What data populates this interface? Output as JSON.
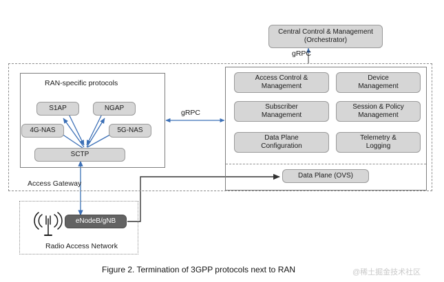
{
  "figure": {
    "caption": "Figure 2. Termination of 3GPP protocols next to RAN",
    "watermark": "@稀土掘金技术社区"
  },
  "orchestrator": {
    "line1": "Central Control & Management",
    "line2": "(Orchestrator)",
    "link_label": "gRPC"
  },
  "access_gateway": {
    "title": "Access Gateway",
    "ran_protocols": {
      "title": "RAN-specific protocols",
      "nodes": [
        {
          "label": "S1AP"
        },
        {
          "label": "NGAP"
        },
        {
          "label": "4G-NAS"
        },
        {
          "label": "5G-NAS"
        },
        {
          "label": "SCTP"
        }
      ]
    },
    "middle_link_label": "gRPC",
    "control_functions": [
      {
        "line1": "Access Control &",
        "line2": "Management"
      },
      {
        "line1": "Device",
        "line2": "Management"
      },
      {
        "line1": "Subscriber",
        "line2": "Management"
      },
      {
        "line1": "Session & Policy",
        "line2": "Management"
      },
      {
        "line1": "Data Plane",
        "line2": "Configuration"
      },
      {
        "line1": "Telemetry &",
        "line2": "Logging"
      }
    ],
    "data_plane": {
      "label": "Data Plane (OVS)"
    }
  },
  "radio_access_network": {
    "title": "Radio Access Network",
    "base_station": {
      "label": "eNodeB/gNB"
    },
    "antenna_icon": "antenna-icon"
  },
  "colors": {
    "node_fill": "#d6d6d6",
    "node_border": "#9a9a9a",
    "dark_node_fill": "#636363",
    "arrow_blue": "#3b6fb6",
    "arrow_dark": "#333333",
    "container_border": "#7d7d7d"
  }
}
